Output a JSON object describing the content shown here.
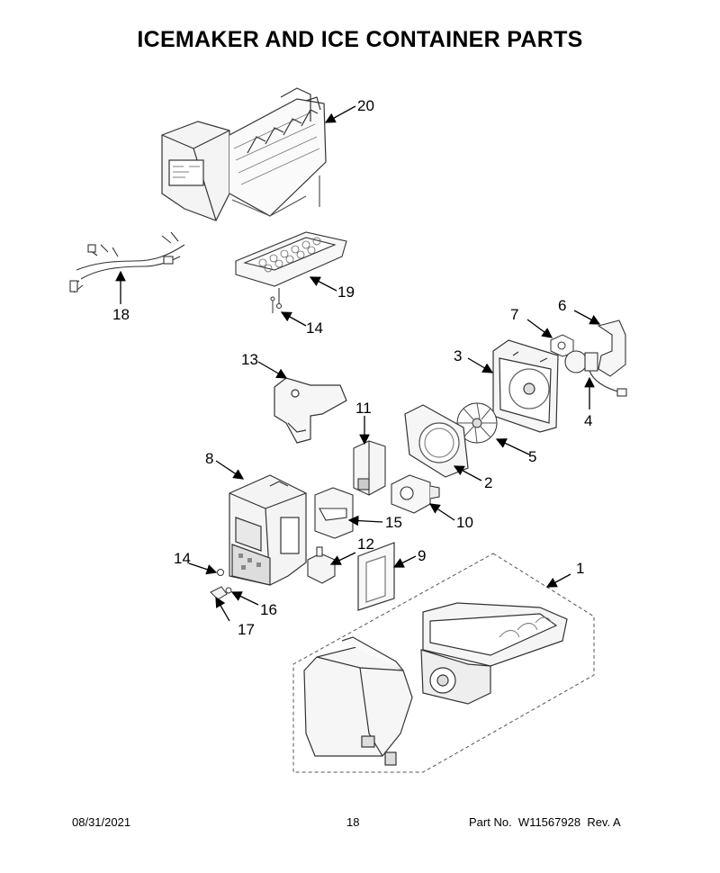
{
  "title": "ICEMAKER AND ICE CONTAINER PARTS",
  "callouts": {
    "c1": "1",
    "c2": "2",
    "c3": "3",
    "c4": "4",
    "c5": "5",
    "c6": "6",
    "c7": "7",
    "c8": "8",
    "c9": "9",
    "c10": "10",
    "c11": "11",
    "c12": "12",
    "c13": "13",
    "c14a": "14",
    "c14b": "14",
    "c15": "15",
    "c16": "16",
    "c17": "17",
    "c18": "18",
    "c19": "19",
    "c20": "20"
  },
  "footer": {
    "date": "08/31/2021",
    "page": "18",
    "part_label": "Part No.",
    "part_number": "W11567928",
    "revision": "Rev. A"
  }
}
